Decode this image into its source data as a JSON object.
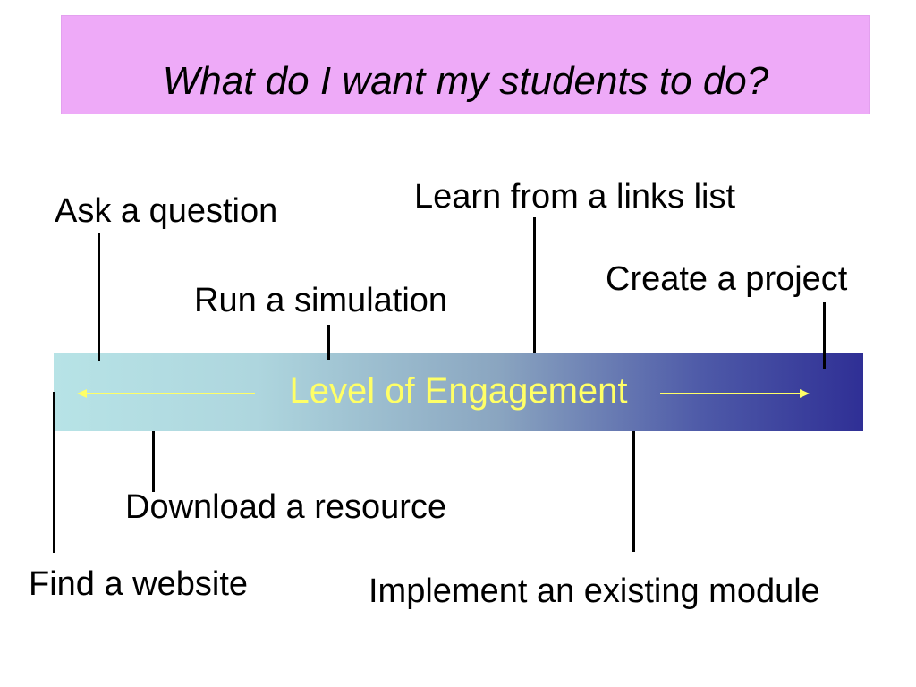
{
  "title": "What do I want my students to do?",
  "axis_label": "Level of Engagement",
  "colors": {
    "title_bg": "#eeaaf8",
    "band_start": "#b7e3e6",
    "band_end": "#2f2f95",
    "axis_text": "#ffff66"
  },
  "activities_above": [
    "Ask a question",
    "Learn from a links list",
    "Run a simulation",
    "Create a project"
  ],
  "activities_below": [
    "Download a resource",
    "Find a website",
    "Implement an existing module"
  ]
}
